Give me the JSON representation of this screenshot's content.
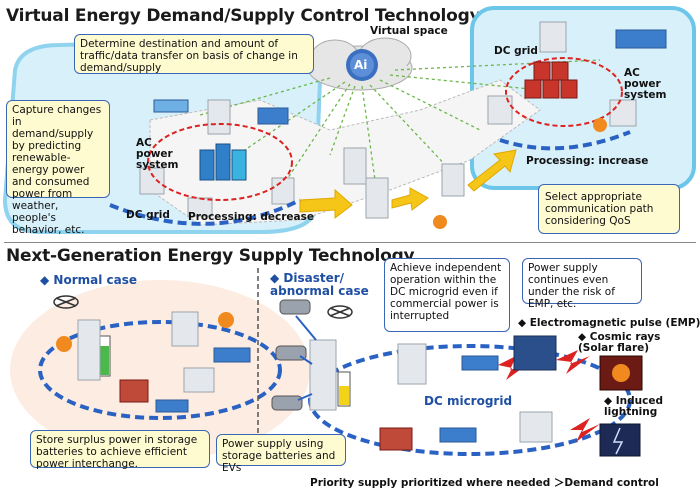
{
  "top": {
    "title": "Virtual Energy Demand/Supply Control Technology",
    "virtual_space": "Virtual space",
    "callout_destination": "Determine destination and amount of traffic/data transfer on basis of change in demand/supply",
    "callout_capture": "Capture changes in demand/supply by predicting renewable-energy power and consumed power from weather, people's behavior, etc.",
    "ac_power_system_left": "AC power system",
    "dc_grid_left": "DC grid",
    "processing_decrease": "Processing: decrease",
    "dc_grid_right": "DC grid",
    "ac_power_system_right": "AC power system",
    "processing_increase": "Processing: increase",
    "callout_select": "Select appropriate communication path considering QoS"
  },
  "bottom": {
    "title": "Next-Generation Energy Supply Technology",
    "normal_case": "Normal case",
    "disaster_case": "Disaster/ abnormal case",
    "callout_independent": "Achieve independent operation within the DC microgrid even if commercial power is interrupted",
    "callout_emp": "Power supply continues even under the risk of EMP, etc.",
    "emp_label": "Electromagnetic pulse (EMP)",
    "cosmic_label": "Cosmic rays (Solar flare)",
    "lightning_label": "Induced lightning",
    "dc_microgrid": "DC microgrid",
    "callout_store": "Store surplus power in storage batteries to achieve efficient power interchange.",
    "callout_supply": "Power supply using storage batteries and EVs",
    "footer": "Priority supply prioritized where needed ＞Demand control",
    "ai_label": "Ai"
  },
  "colors": {
    "accent_blue": "#1f4fa3",
    "halo": "#bfe6f5",
    "callout_fill": "#fffbd0",
    "arrow_yellow": "#f5c518",
    "server_red": "#c8362b"
  }
}
